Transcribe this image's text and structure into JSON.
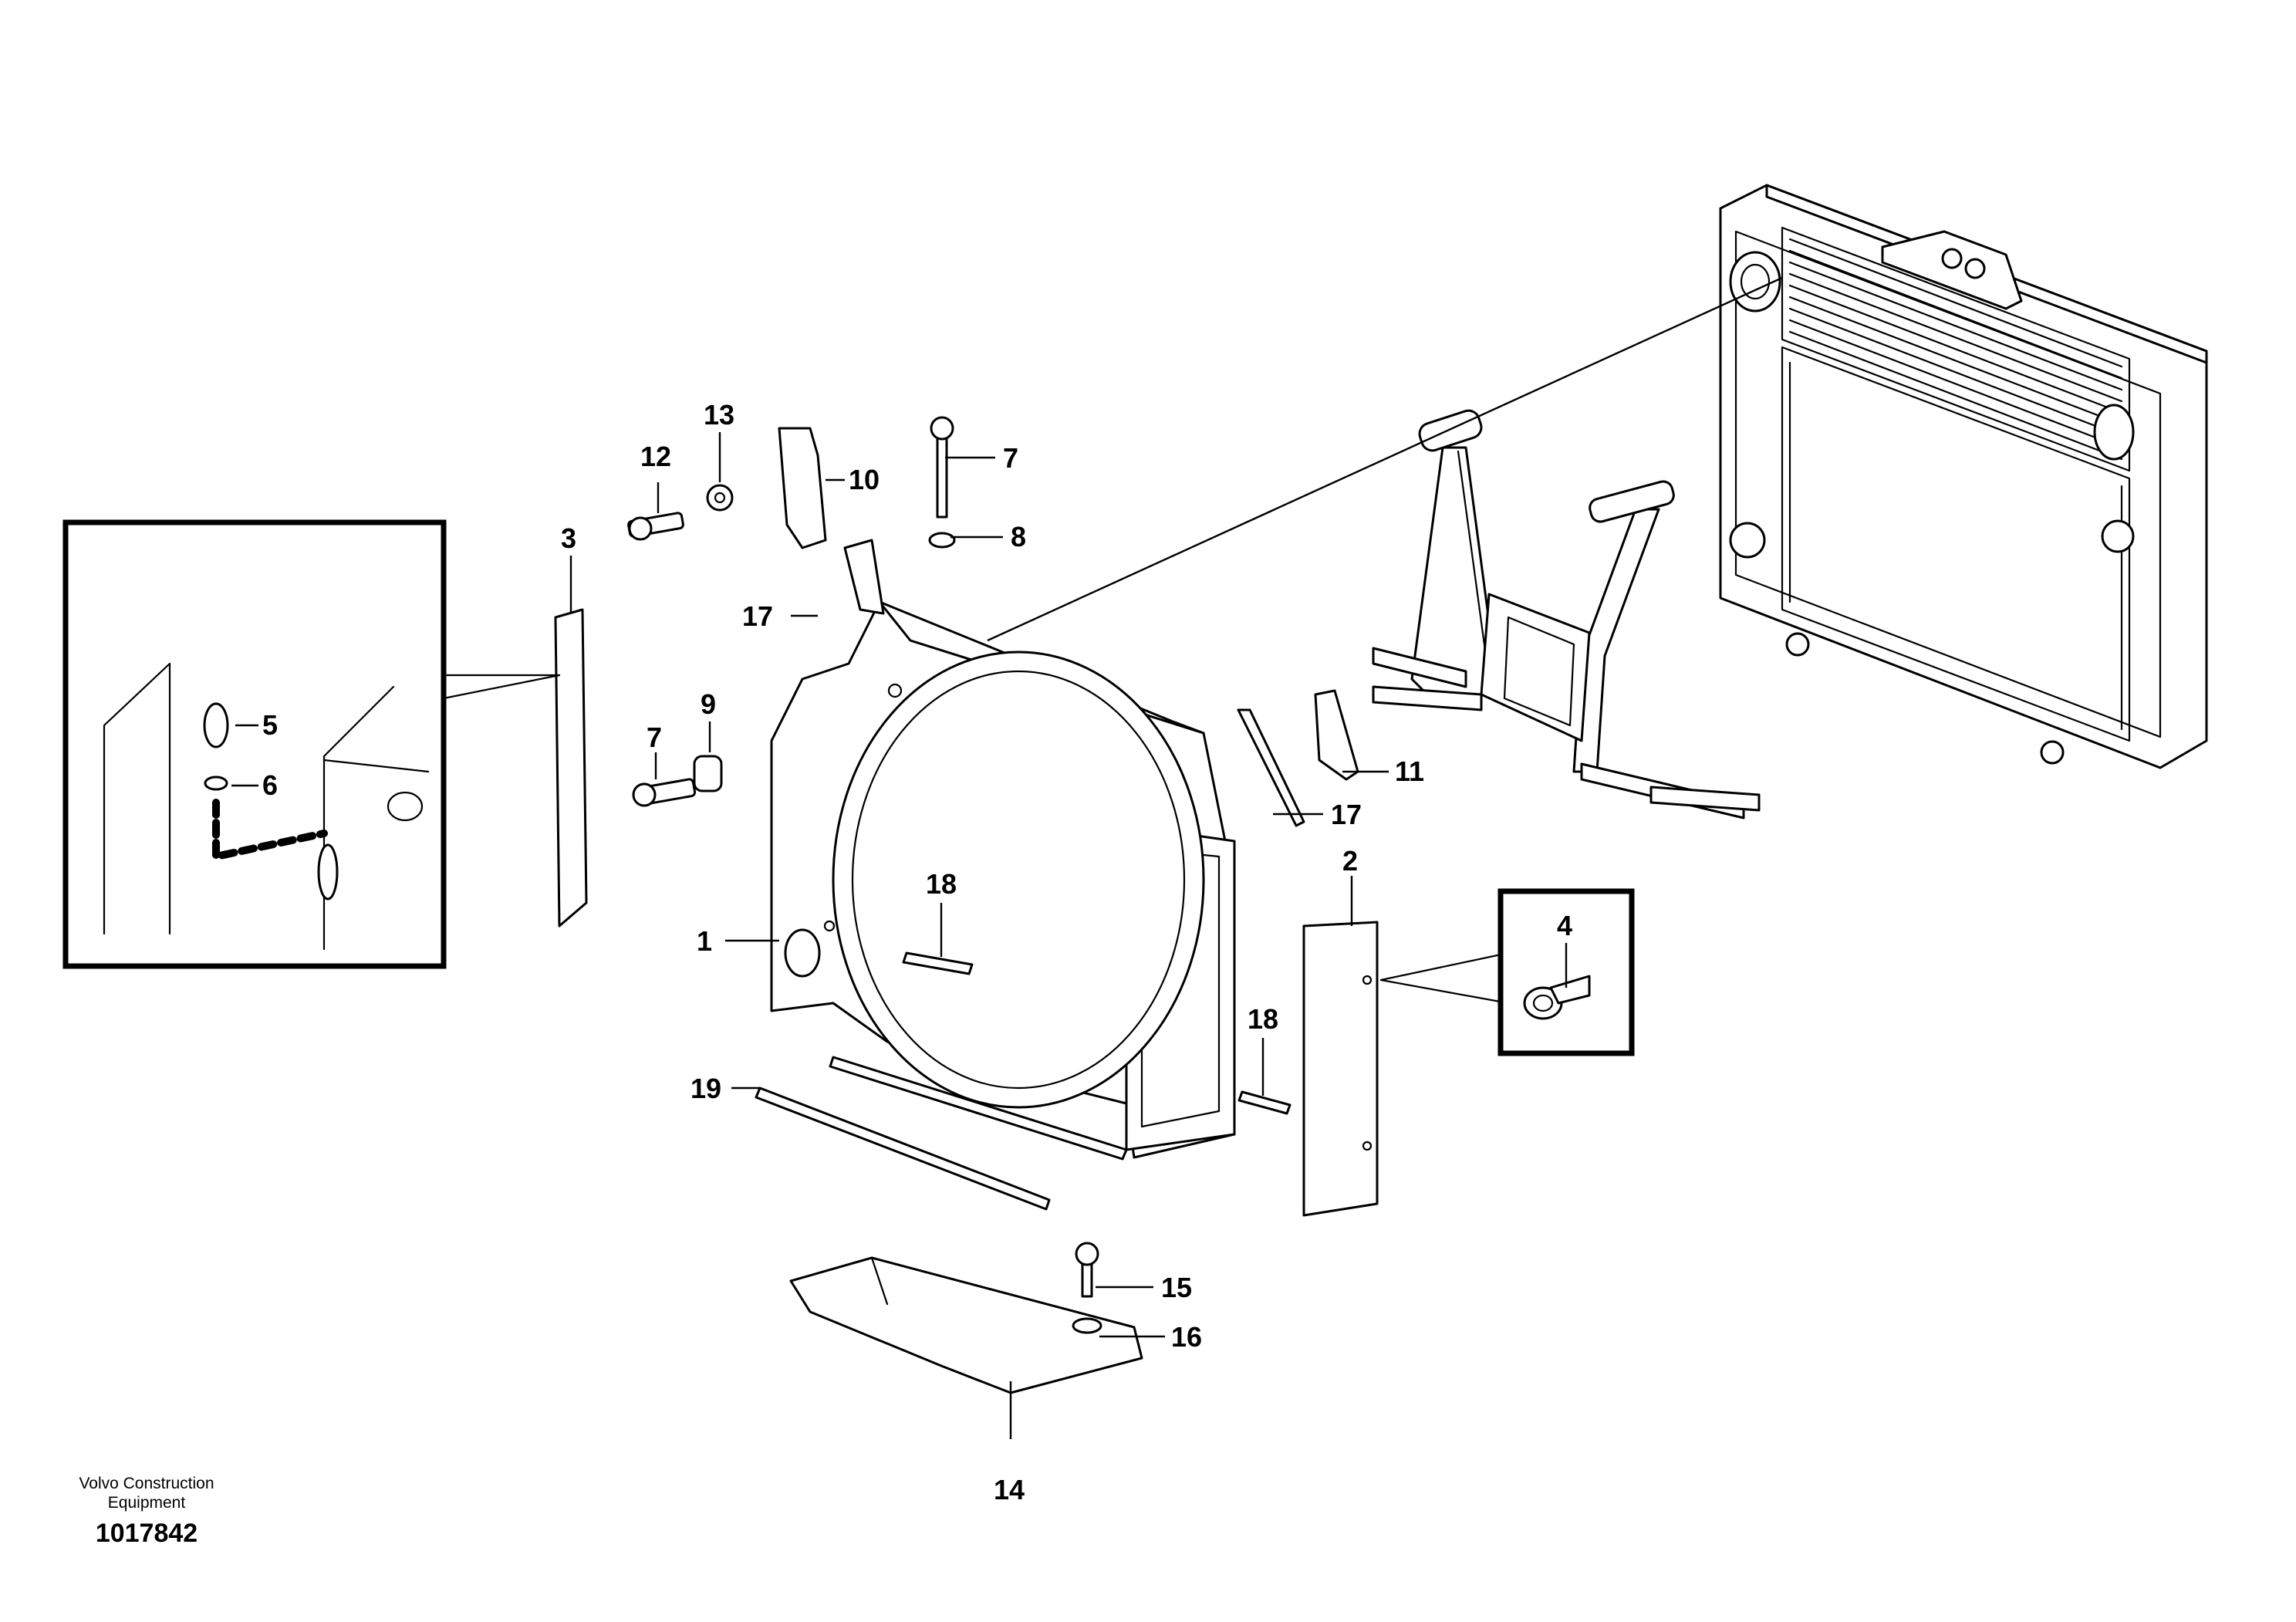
{
  "footer": {
    "brand_line1": "Volvo Construction",
    "brand_line2": "Equipment",
    "drawing_number": "1017842"
  },
  "callouts": [
    {
      "id": "c1",
      "label": "1"
    },
    {
      "id": "c2",
      "label": "2"
    },
    {
      "id": "c3",
      "label": "3"
    },
    {
      "id": "c4",
      "label": "4"
    },
    {
      "id": "c5",
      "label": "5"
    },
    {
      "id": "c6",
      "label": "6"
    },
    {
      "id": "c7a",
      "label": "7"
    },
    {
      "id": "c7b",
      "label": "7"
    },
    {
      "id": "c8",
      "label": "8"
    },
    {
      "id": "c9",
      "label": "9"
    },
    {
      "id": "c10",
      "label": "10"
    },
    {
      "id": "c11",
      "label": "11"
    },
    {
      "id": "c12",
      "label": "12"
    },
    {
      "id": "c13",
      "label": "13"
    },
    {
      "id": "c14",
      "label": "14"
    },
    {
      "id": "c15",
      "label": "15"
    },
    {
      "id": "c16",
      "label": "16"
    },
    {
      "id": "c17a",
      "label": "17"
    },
    {
      "id": "c17b",
      "label": "17"
    },
    {
      "id": "c18a",
      "label": "18"
    },
    {
      "id": "c18b",
      "label": "18"
    },
    {
      "id": "c19",
      "label": "19"
    }
  ]
}
